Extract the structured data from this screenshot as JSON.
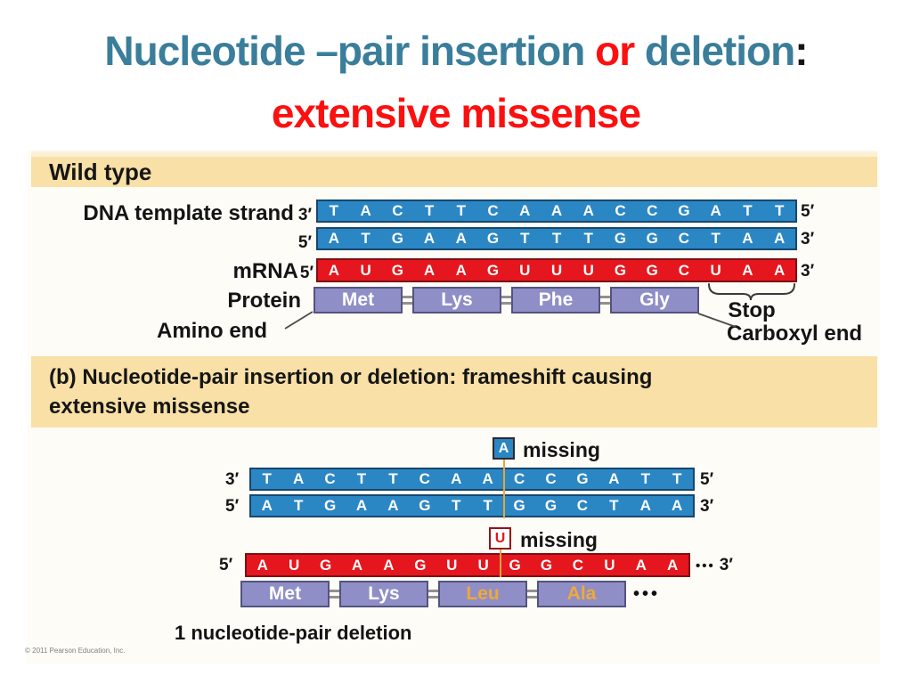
{
  "title": {
    "segments": [
      {
        "text": "Nucleotide –pair insertion ",
        "color": "#3a7e9b"
      },
      {
        "text": "or",
        "color": "#fb1010"
      },
      {
        "text": " deletion",
        "color": "#3a7e9b"
      },
      {
        "text": ":",
        "color": "#151515"
      }
    ],
    "line2": "extensive missense"
  },
  "colors": {
    "title_red": "#fb1010",
    "title_teal": "#3a7e9b",
    "band": "#f8e0a6",
    "dna_bar": "#2b86c4",
    "mrna_bar": "#e5161d",
    "protein_box": "#8f8ec7",
    "changed_aa": "#f0a838",
    "gap_line": "#eba43c"
  },
  "panel_a": {
    "header": "Wild type",
    "dna_label": "DNA template strand",
    "strand1": {
      "left": "3′",
      "seq": "TACTTCAAACCGATT",
      "right": "5′"
    },
    "strand2": {
      "left": "5′",
      "seq": "ATGAAGTTTGGCTAA",
      "right": "3′"
    },
    "mrna_label": "mRNA",
    "mrna_row": {
      "left": "5′",
      "seq": "AUGAAGUUUGGCUAA",
      "right": "3′"
    },
    "protein_label": "Protein",
    "amino_acids": [
      {
        "name": "Met",
        "changed": false
      },
      {
        "name": "Lys",
        "changed": false
      },
      {
        "name": "Phe",
        "changed": false
      },
      {
        "name": "Gly",
        "changed": false
      }
    ],
    "stop_label": "Stop",
    "amino_end_label": "Amino end",
    "carboxyl_end_label": "Carboxyl end"
  },
  "panel_b": {
    "header_line1": "(b) Nucleotide-pair insertion or deletion: frameshift causing",
    "header_line2": "extensive missense",
    "missing_a": {
      "letter": "A",
      "word": "missing"
    },
    "strand1": {
      "left": "3′",
      "seq": "TACTTCAACCGATT",
      "right": "5′"
    },
    "strand2": {
      "left": "5′",
      "seq": "ATGAAGTTGGCTAA",
      "right": "3′"
    },
    "missing_u": {
      "letter": "U",
      "word": "missing"
    },
    "mrna_row": {
      "left": "5′",
      "seq": "AUGAAGUUGGCUAA",
      "right_dots": "•••",
      "right": "3′"
    },
    "amino_acids": [
      {
        "name": "Met",
        "changed": false
      },
      {
        "name": "Lys",
        "changed": false
      },
      {
        "name": "Leu",
        "changed": true
      },
      {
        "name": "Ala",
        "changed": true
      }
    ],
    "ellipsis": "•••",
    "caption": "1 nucleotide-pair deletion"
  },
  "footer": {
    "copyright": "© 2011 Pearson Education, Inc."
  }
}
